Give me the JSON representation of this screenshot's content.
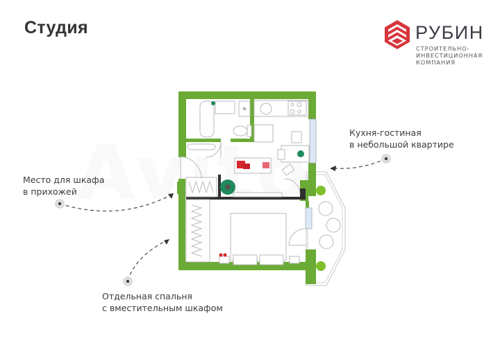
{
  "page": {
    "title": "Студия"
  },
  "logo": {
    "name": "РУБИН",
    "subtitle_lines": [
      "СТРОИТЕЛЬНО-",
      "ИНВЕСТИЦИОННАЯ",
      "КОМПАНИЯ"
    ],
    "brand_color": "#d8353c"
  },
  "annotations": {
    "kitchen": {
      "line1": "Кухня-гостиная",
      "line2": "в небольшой квартире"
    },
    "hall": {
      "line1": "Место для шкафа",
      "line2": "в прихожей"
    },
    "bedroom": {
      "line1": "Отдельная спальня",
      "line2": "с вместительным шкафом"
    }
  },
  "watermark": "Avito",
  "colors": {
    "wall_green": "#6aaa35",
    "wall_dark": "#2f2f2f",
    "window_blue": "#dce8f5",
    "furniture_line": "#b9b9b9",
    "pillow_red": "#d7262e",
    "pillow_pink": "#e86a78",
    "plant_green": "#1f8a5c",
    "shrub_green": "#7fbf2a"
  }
}
